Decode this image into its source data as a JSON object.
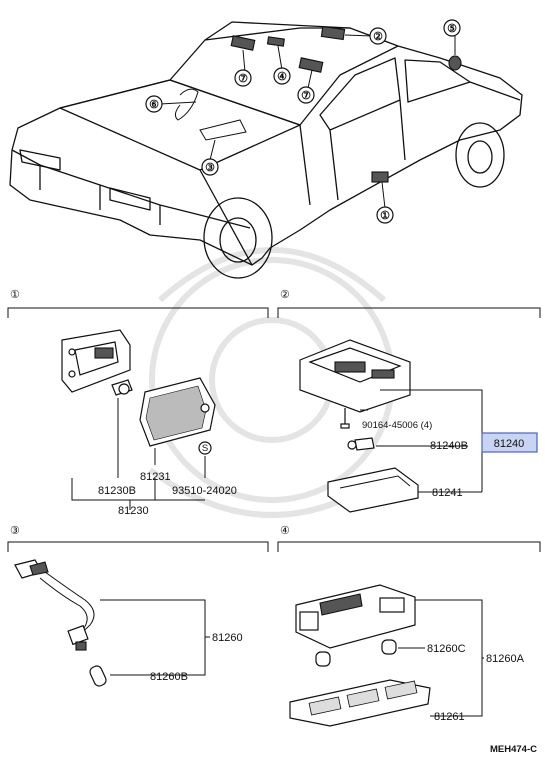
{
  "diagram": {
    "sections": [
      {
        "id": "1",
        "label": "①"
      },
      {
        "id": "2",
        "label": "②"
      },
      {
        "id": "3",
        "label": "③"
      },
      {
        "id": "4",
        "label": "④"
      }
    ],
    "car_callouts": [
      "②",
      "⑤",
      "⑦",
      "④",
      "⑦",
      "⑥",
      "③",
      "①"
    ],
    "section1": {
      "parts": [
        "81230B",
        "81231",
        "93510-24020",
        "81230"
      ],
      "screw_marker": "S"
    },
    "section2": {
      "parts": [
        "90164-45006 (4)",
        "81240B",
        "81241"
      ],
      "highlight": "81240"
    },
    "section3": {
      "parts": [
        "81260",
        "81260B"
      ]
    },
    "section4": {
      "parts": [
        "81260C",
        "81260A",
        "81261"
      ]
    },
    "footer_code": "MEH474-C"
  }
}
